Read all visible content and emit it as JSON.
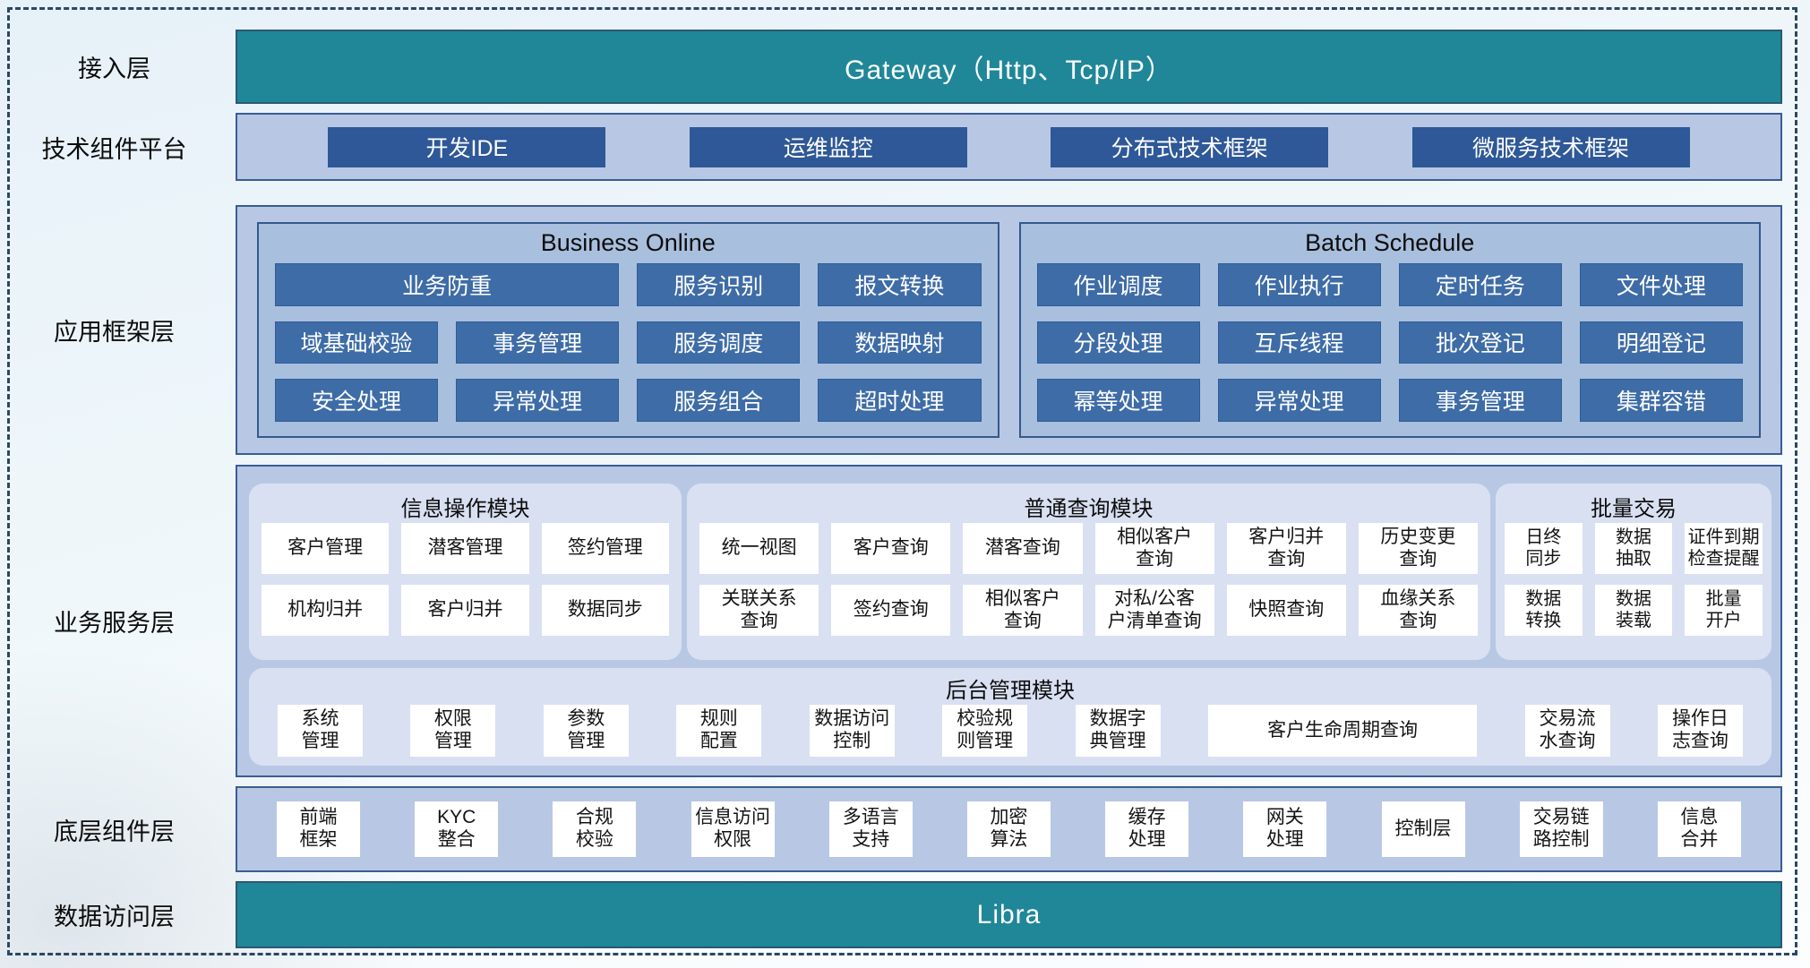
{
  "colors": {
    "teal_bar": "#1f8798",
    "navy_button": "#2e5897",
    "framework_button": "#3e6ca7",
    "layer_background": "#b8c8e4",
    "inner_panel_background": "#a9bfde",
    "module_background": "#d9e0f2",
    "dark_border": "#3a5c92",
    "dashed_frame": "#2b4763"
  },
  "layers": {
    "access": {
      "label": "接入层",
      "gateway": "Gateway（Http、Tcp/IP）"
    },
    "tech": {
      "label": "技术组件平台",
      "items": [
        "开发IDE",
        "运维监控",
        "分布式技术框架",
        "微服务技术框架"
      ]
    },
    "app": {
      "label": "应用框架层",
      "business_online": {
        "title": "Business Online",
        "buttons": [
          "业务防重",
          "服务识别",
          "报文转换",
          "域基础校验",
          "事务管理",
          "服务调度",
          "数据映射",
          "安全处理",
          "异常处理",
          "服务组合",
          "超时处理"
        ]
      },
      "batch_schedule": {
        "title": "Batch Schedule",
        "buttons": [
          "作业调度",
          "作业执行",
          "定时任务",
          "文件处理",
          "分段处理",
          "互斥线程",
          "批次登记",
          "明细登记",
          "幂等处理",
          "异常处理",
          "事务管理",
          "集群容错"
        ]
      }
    },
    "biz": {
      "label": "业务服务层",
      "info_module": {
        "title": "信息操作模块",
        "buttons": [
          "客户管理",
          "潜客管理",
          "签约管理",
          "机构归并",
          "客户归并",
          "数据同步"
        ]
      },
      "query_module": {
        "title": "普通查询模块",
        "buttons": [
          "统一视图",
          "客户查询",
          "潜客查询",
          "相似客户\n查询",
          "客户归并\n查询",
          "历史变更\n查询",
          "关联关系\n查询",
          "签约查询",
          "相似客户\n查询",
          "对私/公客\n户清单查询",
          "快照查询",
          "血缘关系\n查询"
        ]
      },
      "batch_module": {
        "title": "批量交易",
        "buttons": [
          "日终\n同步",
          "数据\n抽取",
          "证件到期\n检查提醒",
          "数据\n转换",
          "数据\n装载",
          "批量\n开户"
        ]
      },
      "admin_module": {
        "title": "后台管理模块",
        "buttons": [
          "系统\n管理",
          "权限\n管理",
          "参数\n管理",
          "规则\n配置",
          "数据访问\n控制",
          "校验规\n则管理",
          "数据字\n典管理",
          "客户生命周期查询",
          "交易流\n水查询",
          "操作日\n志查询"
        ]
      }
    },
    "infra": {
      "label": "底层组件层",
      "buttons": [
        "前端\n框架",
        "KYC\n整合",
        "合规\n校验",
        "信息访问\n权限",
        "多语言\n支持",
        "加密\n算法",
        "缓存\n处理",
        "网关\n处理",
        "控制层",
        "交易链\n路控制",
        "信息\n合并"
      ]
    },
    "data_access": {
      "label": "数据访问层",
      "bar": "Libra"
    }
  }
}
